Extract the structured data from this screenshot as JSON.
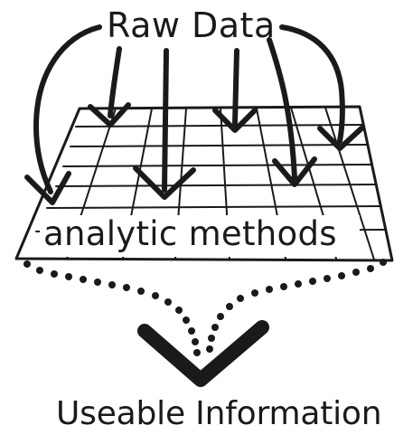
{
  "top_label": "Raw Data",
  "middle_label": "analytic methods",
  "bottom_label": "Useable Information",
  "ink_color": "#1a1a1a",
  "background_color": "#ffffff"
}
